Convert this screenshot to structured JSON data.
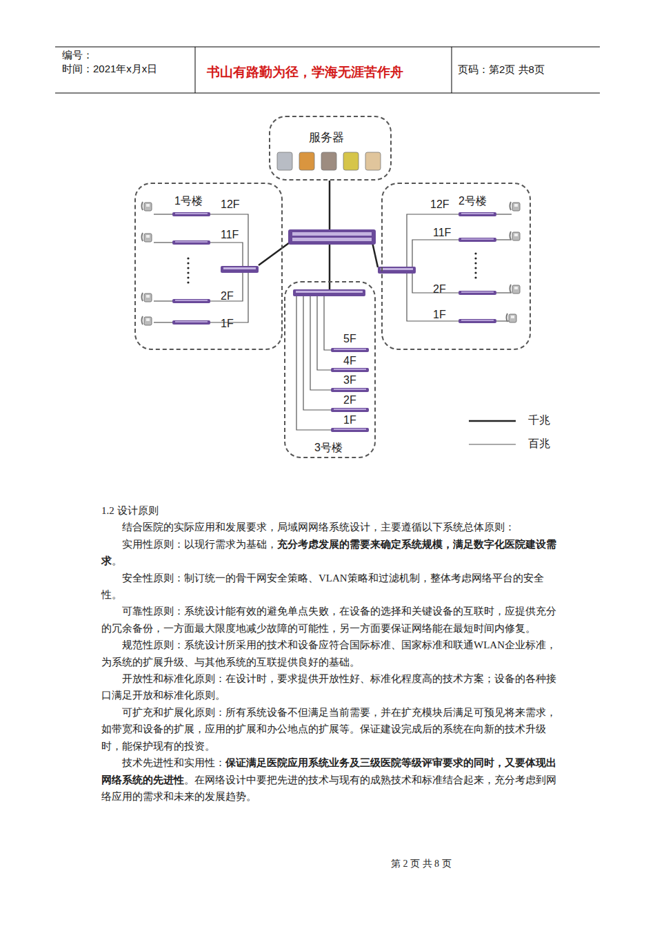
{
  "diagram": {
    "nodes": [
      {
        "text": [
          "服务器"
        ]
      },
      {
        "text": [
          "1号楼"
        ]
      },
      {
        "text": [
          "2号楼"
        ]
      },
      {
        "text": [
          "3号楼"
        ]
      },
      {
        "text": [
          "12F"
        ],
        "in": 1
      },
      {
        "text": [
          "11F"
        ],
        "in": 1
      },
      {
        "text": [
          "2F"
        ],
        "in": 1
      },
      {
        "text": [
          "1F"
        ],
        "in": 1
      },
      {
        "text": [
          "12F"
        ],
        "in": 2
      },
      {
        "text": [
          "11F"
        ],
        "in": 2
      },
      {
        "text": [
          "2F"
        ],
        "in": 2
      },
      {
        "text": [
          "1F"
        ],
        "in": 2
      },
      {
        "text": [
          "5F"
        ],
        "in": 3
      },
      {
        "text": [
          "4F"
        ],
        "in": 3
      },
      {
        "text": [
          "3F"
        ],
        "in": 3
      },
      {
        "text": [
          "2F"
        ],
        "in": 3
      },
      {
        "text": [
          "1F"
        ],
        "in": 3
      }
    ],
    "labels": [
      "编号：",
      "时间：2021年x月x日",
      "书山有路勤为径，学海无涯苦作舟",
      "页码：第2页 共8页",
      "第 2 页 共 8 页",
      "1.2 设计原则",
      "结合医院的实际应用和发展要求，局域网网络系统设计，主要遵循以下系统总体原则：",
      "实用性原则：以现行需求为基础，",
      "充分考虑发展的需要来确定系统规模，满足数字化医院建设需求",
      "。",
      "安全性原则：制订统一的骨干网安全策略、VLAN策略和过滤机制，整体考虑网络平台的安全性。",
      "可靠性原则：系统设计能有效的避免单点失败，在设备的选择和关键设备的互联时，应提供充分的冗余备份，一方面最大限度地减少故障的可能性，另一方面要保证网络能在最短时间内修复。",
      "规范性原则：系统设计所采用的技术和设备应符合国际标准、国家标准和联通WLAN企业标准，为系统的扩展升级、与其他系统的互联提供良好的基础。",
      "开放性和标准化原则：在设计时，要求提供开放性好、标准化程度高的技术方案；设备的各种接口满足开放和标准化原则。",
      "可扩充和扩展化原则：所有系统设备不但满足当前需要，并在扩充模块后满足可预见将来需求，如带宽和设备的扩展，应用的扩展和办公地点的扩展等。保证建设完成后的系统在向新的技术升级时，能保护现有的投资。",
      "技术先进性和实用性：",
      "保证满足医院应用系统业务及三级医院等级评审要求的同时，又要体现出网络系统的先进性",
      "。在网络设计中要把先进的技术与现有的成熟技术和标准结合起来，充分考虑到网络应用的需求和未来的发展趋势。"
    ],
    "legend": [
      {
        "text": "千兆"
      },
      {
        "text": "百兆"
      }
    ]
  }
}
